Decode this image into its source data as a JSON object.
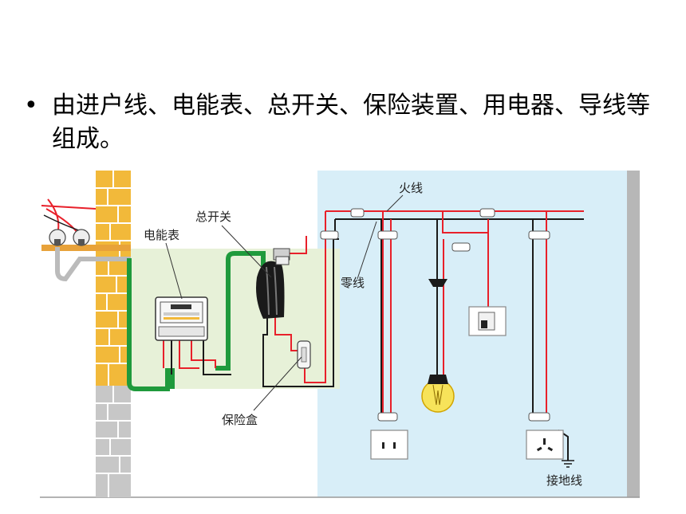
{
  "bullet": {
    "symbol": "•",
    "text": "由进户线、电能表、总开关、保险装置、用电器、导线等组成。"
  },
  "labels": {
    "meter": "电能表",
    "main_switch": "总开关",
    "fuse_box": "保险盒",
    "live_wire": "火线",
    "neutral_wire": "零线",
    "ground_wire": "接地线"
  },
  "colors": {
    "live": "#e8202a",
    "neutral": "#1a1a1a",
    "service_wire": "#1f9a3c",
    "room": "#d8eef8",
    "panel": "#e7f1d8",
    "brick": "#f2b93a"
  }
}
